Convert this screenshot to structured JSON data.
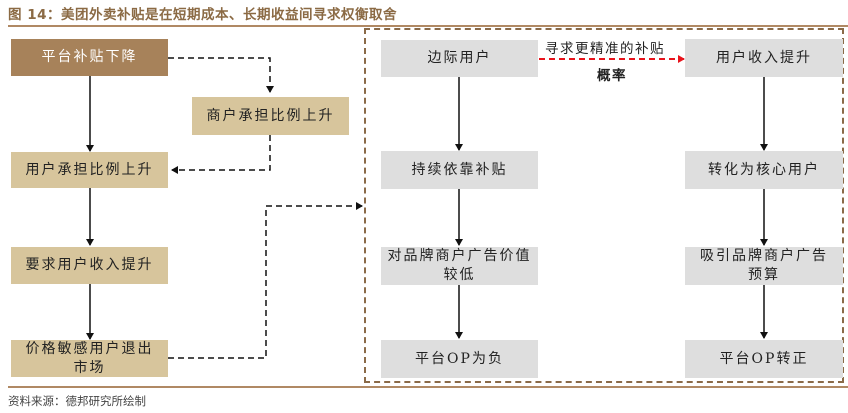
{
  "figure": {
    "title": "图 14：美团外卖补贴是在短期成本、长期收益间寻求权衡取舍",
    "source": "资料来源：德邦研究所绘制"
  },
  "colors": {
    "primary_box": "#a7825a",
    "secondary_box": "#d7c59c",
    "neutral_box": "#dedede",
    "rule": "#b08964",
    "highlight_arrow": "#e8141c"
  },
  "left_flow": {
    "platform_subsidy_down": "平台补贴下降",
    "merchant_share_up": "商户承担比例上升",
    "user_share_up": "用户承担比例上升",
    "user_income_required": "要求用户收入提升",
    "price_sensitive_exit": "价格敏感用户退出市场"
  },
  "right_flow": {
    "marginal_users": "边际用户",
    "arrow_label_top": "寻求更精准的补贴",
    "arrow_label_bottom": "概率",
    "user_income_up": "用户收入提升",
    "rely_on_subsidy": "持续依靠补贴",
    "low_ad_value": "对品牌商户广告价值较低",
    "op_negative": "平台OP为负",
    "become_core_users": "转化为核心用户",
    "attract_ad_budget": "吸引品牌商户广告预算",
    "op_positive": "平台OP转正"
  }
}
